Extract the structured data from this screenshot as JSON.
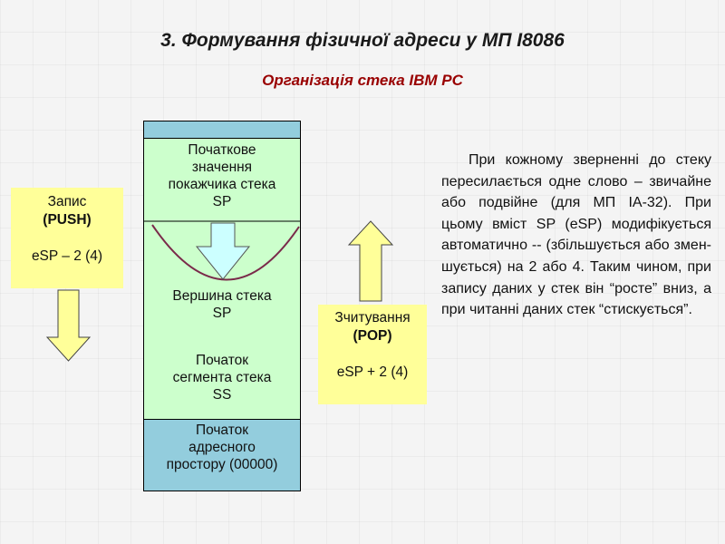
{
  "title": "3. Формування фізичної адреси у МП І8086",
  "subtitle": "Організація стека IBM PC",
  "stack": {
    "initial_value": [
      "Початкове",
      "значення",
      "покажчика стека",
      "SP"
    ],
    "stack_top": [
      "Вершина стека",
      "SP"
    ],
    "segment_start": [
      "Початок",
      "сегмента стека",
      "SS"
    ],
    "address_start": [
      "Початок",
      "адресного",
      "простору (00000)"
    ]
  },
  "push": {
    "line1": "Запис",
    "line2": "(PUSH)",
    "line3": "eSP –  2 (4)"
  },
  "pop": {
    "line1": "Зчитування",
    "line2": "(POP)",
    "line3": "eSP + 2 (4)"
  },
  "description": "При кожному зверненні до стеку пересилається одне слово – звичайне або подвійне (для МП ІА-32). При цьому вміст SP (eSP) модифікується автоматично --  (збільшується або змен-шується) на 2 або 4. Таким чином, при запису даних у стек він “росте” вниз, а при читанні даних стек “стискується”.",
  "colors": {
    "title": "#1a1a1a",
    "subtitle": "#990000",
    "stack_green": "#ccffcc",
    "stack_blue": "#93cddd",
    "arrow_fill": "#ffff99",
    "inner_arrow_fill": "#ccffff",
    "curve": "#7a2a4a"
  },
  "icons": [
    "arrow-down-icon",
    "arrow-up-icon"
  ]
}
